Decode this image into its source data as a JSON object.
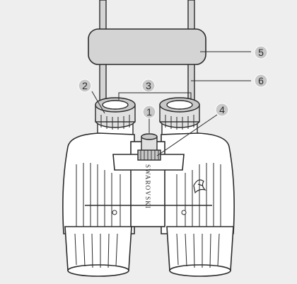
{
  "diagram": {
    "background_color": "#eeeeee",
    "outline_color": "#2b2b2b",
    "body_fill": "#ffffff",
    "case_fill": "#d4d4d4",
    "badge_fill": "#c8c8c8",
    "eyecup_fill": "#e0e0e0",
    "brand_text": "SWAROVSKI",
    "logo_icon": "hawk-icon",
    "callouts": [
      {
        "number": "1"
      },
      {
        "number": "2"
      },
      {
        "number": "3"
      },
      {
        "number": "4"
      },
      {
        "number": "5"
      },
      {
        "number": "6"
      }
    ]
  }
}
